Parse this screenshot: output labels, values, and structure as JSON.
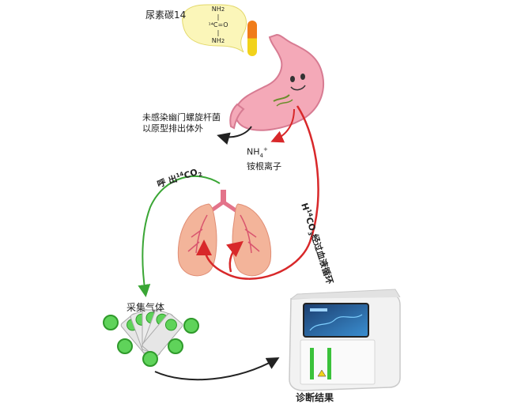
{
  "title_label": "尿素碳14",
  "formula": {
    "top": "NH",
    "top_sub": "2",
    "middle": "¹⁴C=O",
    "bottom": "NH",
    "bottom_sub": "2"
  },
  "excreted_label_line1": "未感染幽门螺旋杆菌",
  "excreted_label_line2": "以原型排出体外",
  "ammonium": {
    "formula": "NH",
    "sub": "4",
    "sup": "+",
    "name": "铵根离子"
  },
  "blood_label": {
    "prefix": "H",
    "sup": "14",
    "mid": "CO",
    "sub": "3",
    "suffix": "经过血液循环"
  },
  "exhale_label": {
    "prefix": "呼 出",
    "sup": "14",
    "mid": "CO",
    "sub": "2"
  },
  "collect_label": "采集气体",
  "diagnosis_label": "诊断结果",
  "colors": {
    "green_arrow": "#3aa635",
    "red_arrow": "#d8282a",
    "black_arrow": "#222222",
    "stomach": "#f4a9b8",
    "lung": "#f3b49a",
    "device": "#f2f2f2"
  }
}
